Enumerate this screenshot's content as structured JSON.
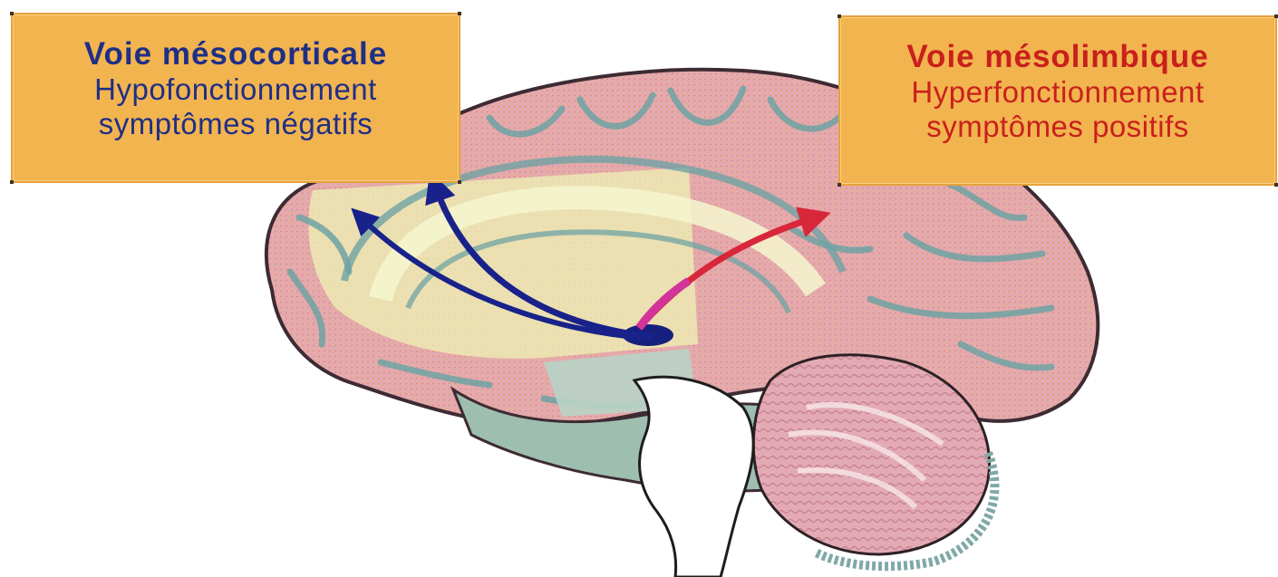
{
  "mesocortical": {
    "title": "Voie mésocorticale",
    "function": "Hypofonctionnement",
    "symptoms": "symptômes négatifs",
    "color": "#1f2f86",
    "arrow_color": "#18228a"
  },
  "mesolimbic": {
    "title": "Voie mésolimbique",
    "function": "Hyperfonctionnement",
    "symptoms": "symptômes positifs",
    "color": "#c9201c",
    "arrow_color": "#d8263a"
  },
  "colors": {
    "label_background": "#f2b44f",
    "cortex": "#e8a7b6",
    "cortex_outline": "#3d2b33",
    "gyri": "#6fa3a4",
    "limbic_highlight": "#eef5b4",
    "brainstem": "#9ebfb0",
    "cerebellum": "#e3aab6"
  },
  "icons": {
    "brain": "brain-icon",
    "arrow": "arrow-icon"
  }
}
